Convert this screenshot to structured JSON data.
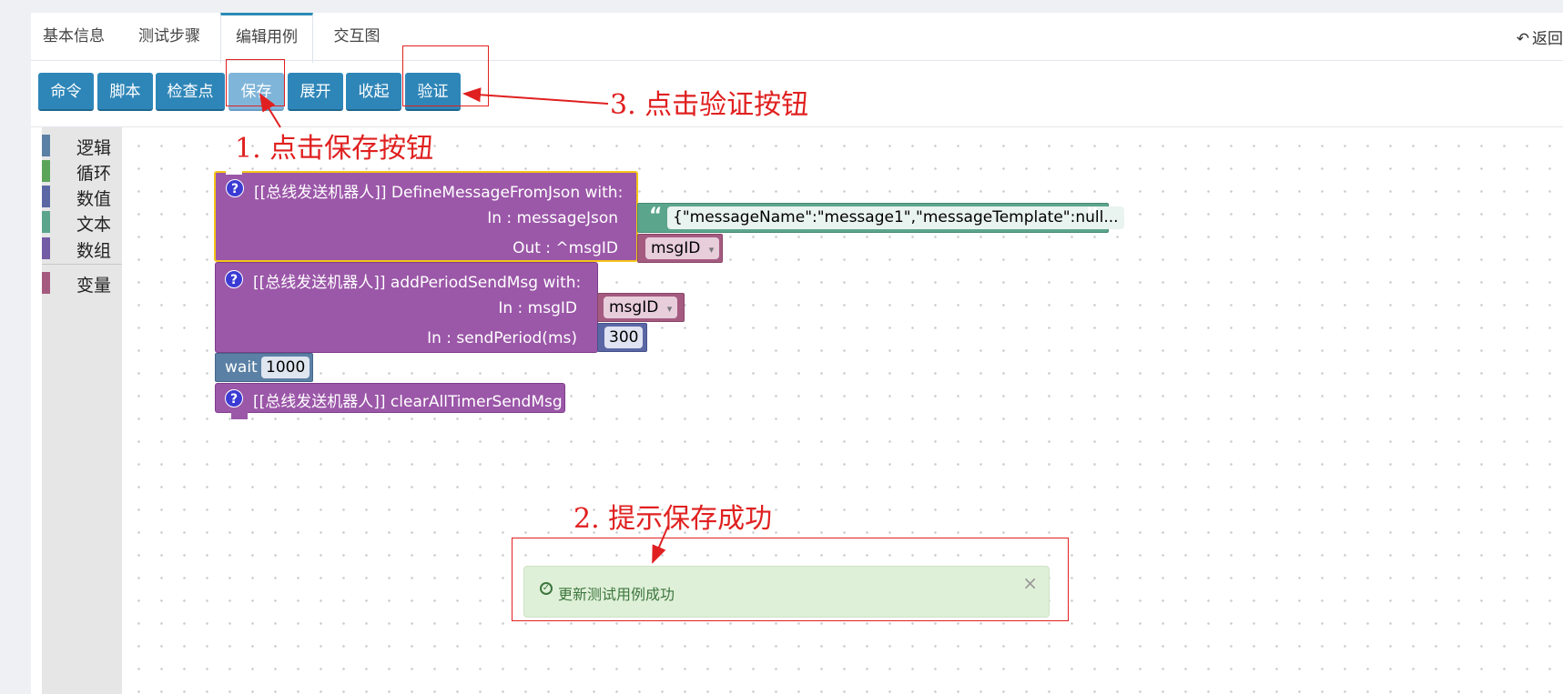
{
  "tabs": [
    "基本信息",
    "测试步骤",
    "编辑用例",
    "交互图"
  ],
  "back_label": "返回",
  "toolbar": [
    "命令",
    "脚本",
    "检查点",
    "保存",
    "展开",
    "收起",
    "验证"
  ],
  "toolbox": [
    {
      "label": "逻辑",
      "color": "#5b80a5"
    },
    {
      "label": "循环",
      "color": "#5ba55b"
    },
    {
      "label": "数值",
      "color": "#5b67a5"
    },
    {
      "label": "文本",
      "color": "#5ba58c"
    },
    {
      "label": "数组",
      "color": "#745ba5"
    },
    {
      "label": "变量",
      "color": "#a55b80"
    }
  ],
  "blocks": {
    "define": {
      "title": "[[总线发送机器人]]  DefineMessageFromJson  with:",
      "in_label": "In : messageJson",
      "out_label": "Out : ^msgID",
      "json_value": "{\"messageName\":\"message1\",\"messageTemplate\":null...",
      "open_quote": "“",
      "close_quote": "”",
      "var": "msgID"
    },
    "period": {
      "title": "[[总线发送机器人]]  addPeriodSendMsg  with:",
      "in1_label": "In : msgID",
      "in2_label": "In : sendPeriod(ms)",
      "var": "msgID",
      "period_value": "300"
    },
    "wait": {
      "label": "wait",
      "value": "1000"
    },
    "clear": {
      "title": "[[总线发送机器人]]  clearAllTimerSendMsg"
    },
    "help": "?",
    "dropdown_arrow": "▾"
  },
  "annotations": {
    "step1": "1. 点击保存按钮",
    "step2": "2. 提示保存成功",
    "step3": "3. 点击验证按钮"
  },
  "alert": {
    "message": "更新测试用例成功",
    "close": "×"
  },
  "colors": {
    "button": "#2e86b8",
    "button_pressed": "#7fb5d9",
    "block_purple": "#9b57a8",
    "block_text_green": "#5ba58c",
    "block_var": "#a55b80",
    "block_math": "#5b67a5",
    "annotation_red": "#e02020",
    "alert_bg": "#dff0d8"
  }
}
